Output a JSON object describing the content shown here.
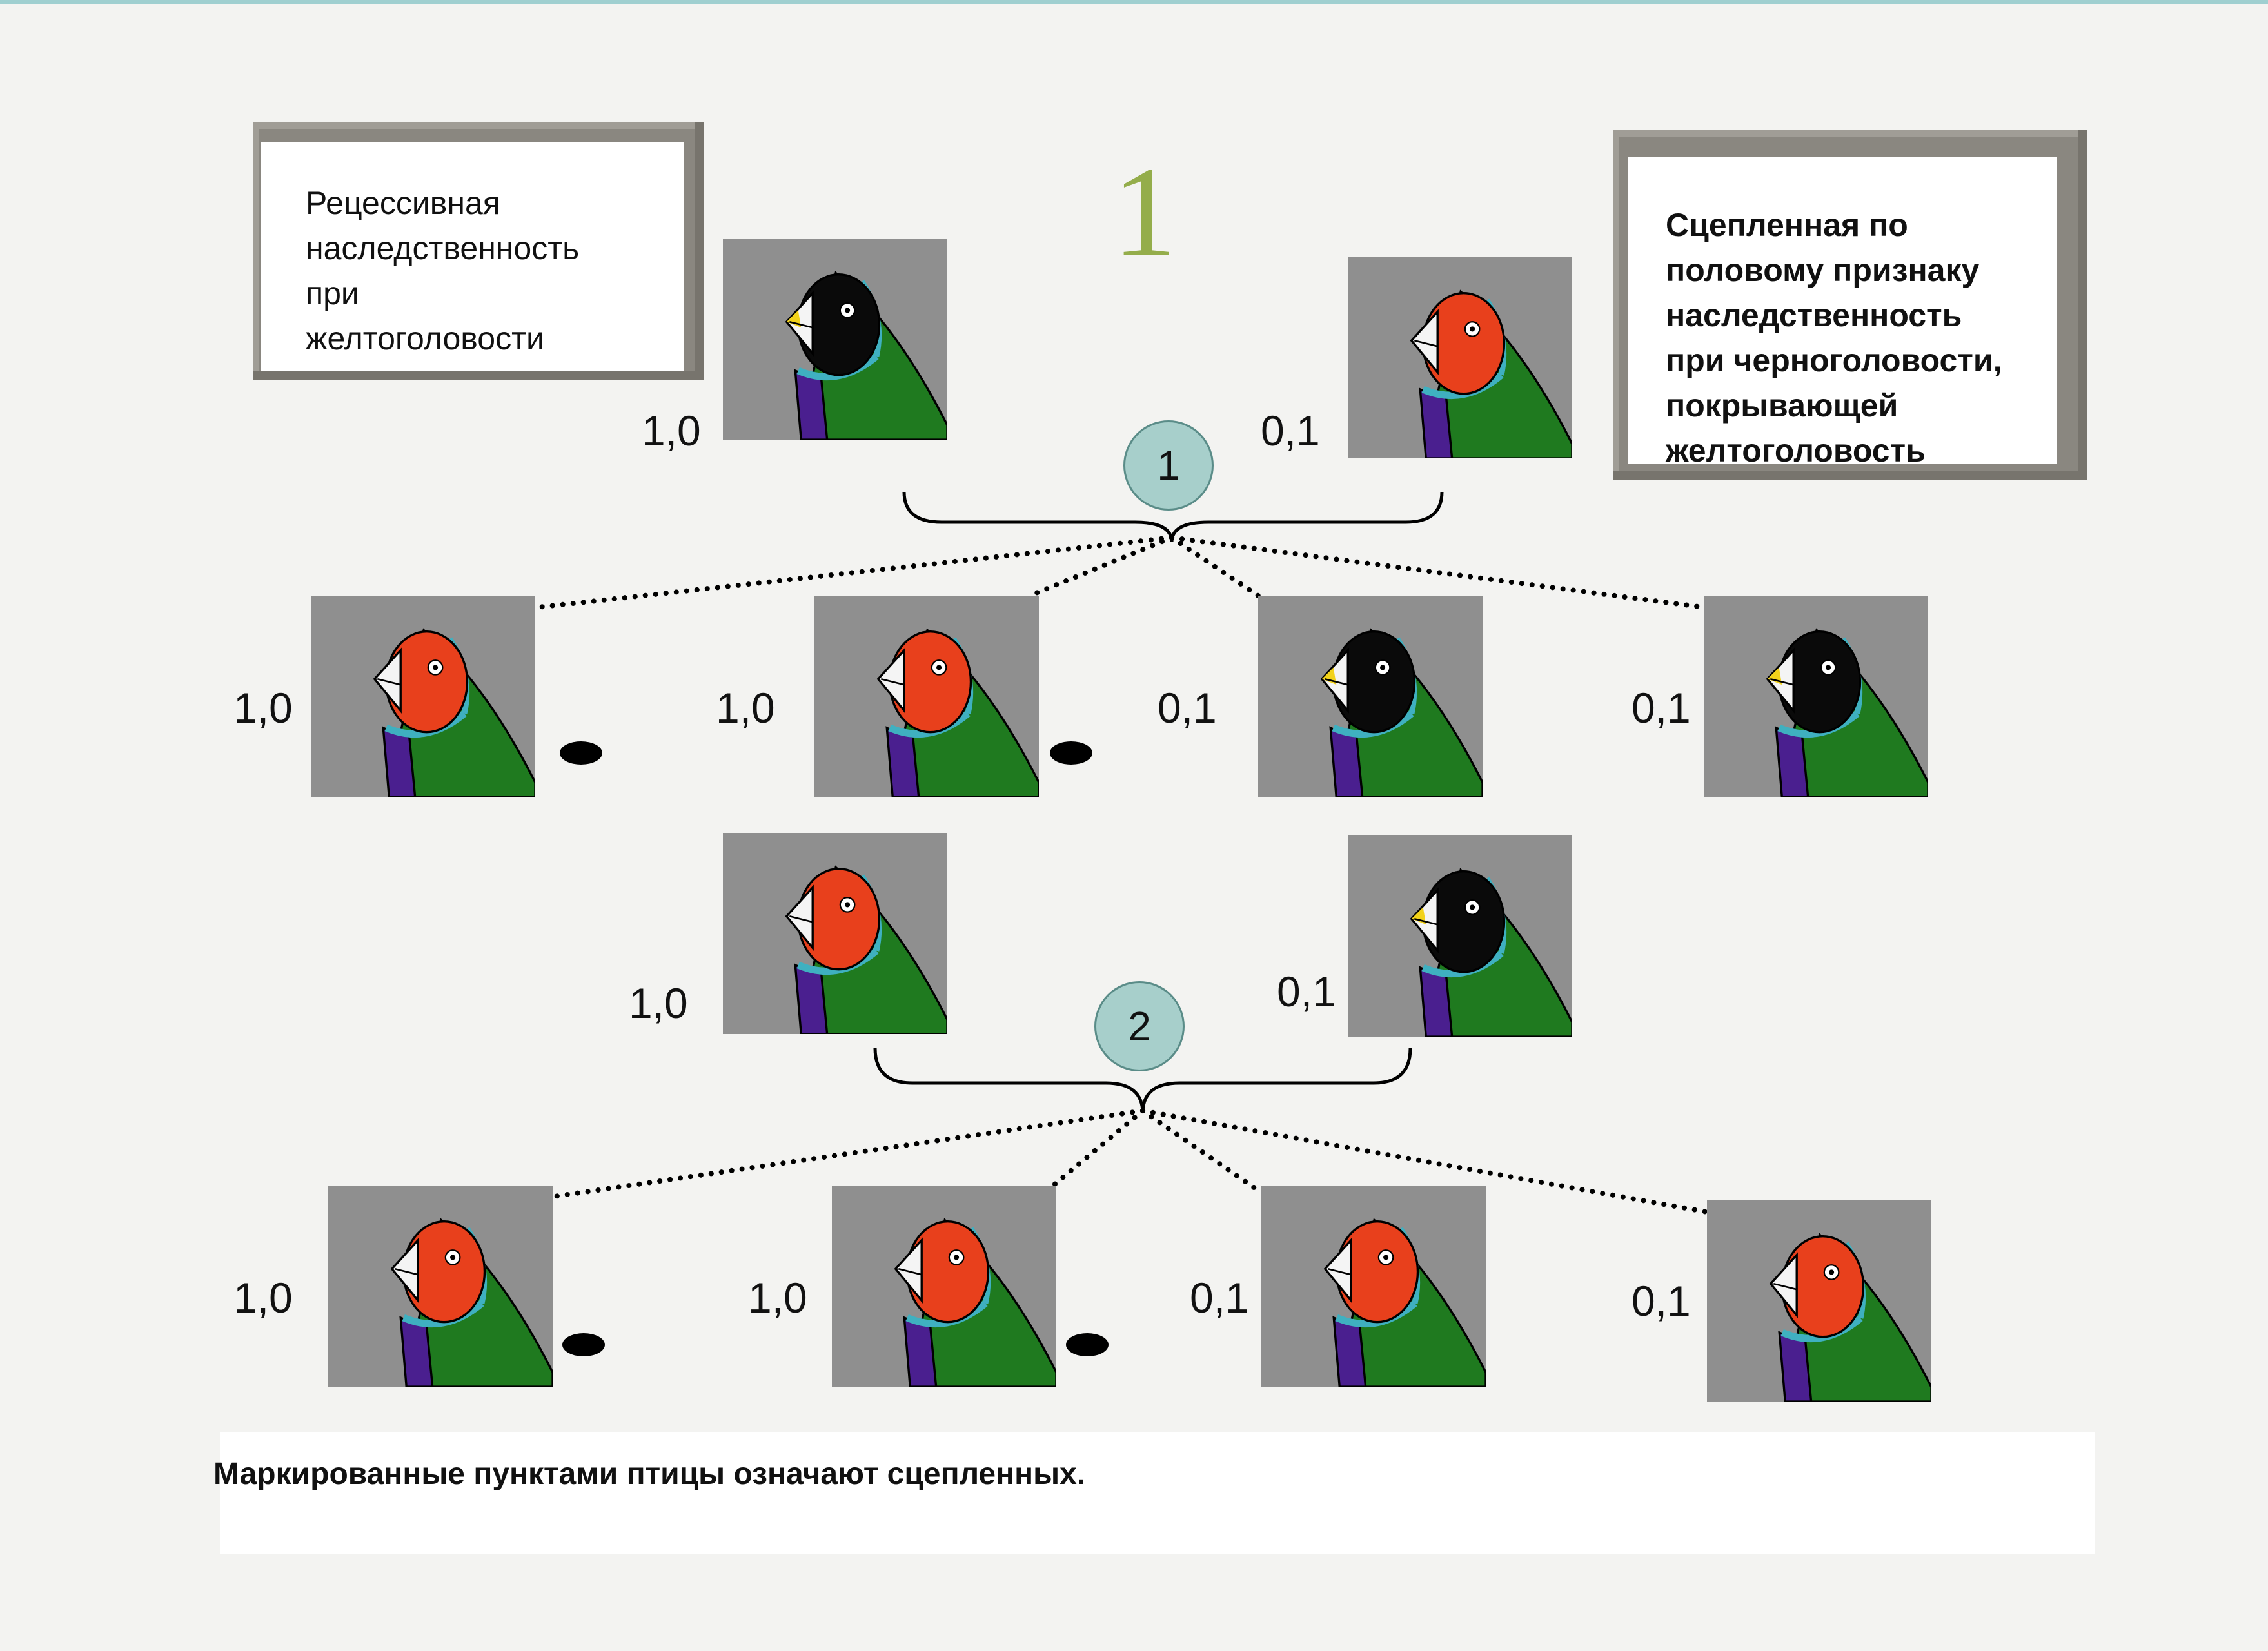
{
  "title_number": "1",
  "left_box": {
    "lines": [
      "Рецессивная",
      "наследственность",
      "при",
      "желтоголовости"
    ]
  },
  "right_box": {
    "lines": [
      "Сцепленная по",
      "половому признаку",
      "наследственность",
      "при  черноголовости,",
      "покрывающей",
      "желтоголовость"
    ]
  },
  "circles": [
    "1",
    "2"
  ],
  "birds": [
    {
      "head": "black",
      "label": "1,0",
      "marked": false
    },
    {
      "head": "red",
      "label": "0,1",
      "marked": false
    },
    {
      "head": "red",
      "label": "1,0",
      "marked": true
    },
    {
      "head": "red",
      "label": "1,0",
      "marked": true
    },
    {
      "head": "black",
      "label": "0,1",
      "marked": false
    },
    {
      "head": "black",
      "label": "0,1",
      "marked": false
    },
    {
      "head": "red",
      "label": "1,0",
      "marked": false
    },
    {
      "head": "black",
      "label": "0,1",
      "marked": false
    },
    {
      "head": "red",
      "label": "1,0",
      "marked": true
    },
    {
      "head": "red",
      "label": "1,0",
      "marked": true
    },
    {
      "head": "red",
      "label": "0,1",
      "marked": false
    },
    {
      "head": "red",
      "label": "0,1",
      "marked": false
    }
  ],
  "footer_text": "Маркированные пунктами птицы означают сцепленных.",
  "colors": {
    "black_head": "#0a0a0a",
    "red_head": "#e8401c",
    "body": "#1f7a1f",
    "chest": "#4a1f8f",
    "collar": "#3fb0c0",
    "circle": "#a7cfcb"
  }
}
